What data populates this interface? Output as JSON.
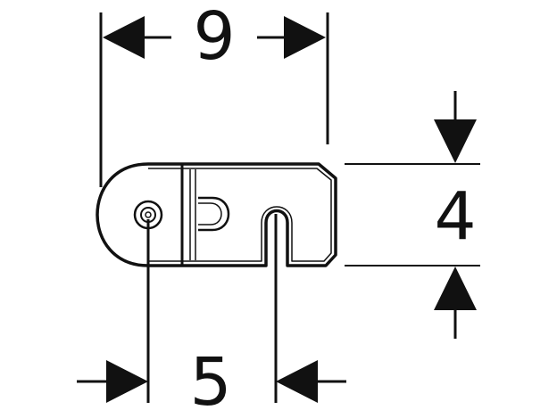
{
  "dimensions": {
    "width_label": "9",
    "height_label": "4",
    "hole_spacing_label": "5"
  },
  "colors": {
    "line": "#111111",
    "background": "#ffffff"
  }
}
